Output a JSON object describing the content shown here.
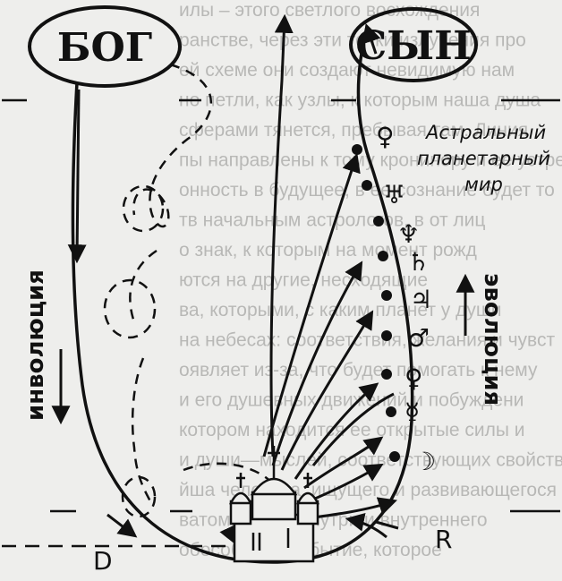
{
  "labels": {
    "god": "БОГ",
    "son": "СЫН",
    "astral": [
      "Астральный",
      "планетарный",
      "мир"
    ],
    "involution": "инволюция",
    "evolution": "эволюция",
    "d": "D",
    "r": "R"
  },
  "planets": [
    {
      "symbol": "♀",
      "name": "venus-top-icon"
    },
    {
      "symbol": "♅",
      "name": "uranus-icon"
    },
    {
      "symbol": "♆",
      "name": "neptune-icon"
    },
    {
      "symbol": "♄",
      "name": "saturn-icon"
    },
    {
      "symbol": "♃",
      "name": "jupiter-icon"
    },
    {
      "symbol": "♂",
      "name": "mars-icon"
    },
    {
      "symbol": "♀",
      "name": "venus-icon"
    },
    {
      "symbol": "☿",
      "name": "mercury-icon"
    },
    {
      "symbol": "☽",
      "name": "moon-icon"
    }
  ],
  "background_text": [
    "илы – этого светлого восхождения",
    "ранстве, через эти точки излучения про",
    "ей схеме они создают невидимую нам",
    "но петли, как узлы, к которым наша душа",
    "сферами тянется, пребывая там. Линия",
    "пы направлены к тому кронинору и ее устрем",
    "онность в будущее, в ее сознание будет то",
    "тв начальным астрологов, в от лиц",
    "о знак, к которым на момент рожд",
    "ются на другие, несходящие",
    "ва, которыми, с каким планет у души",
    "на небесах: соответствия, желания и чувст",
    "оявляет из-за, что будет помогать к нему",
    "и его душевных движений и побуждени",
    "котором находится ее открытые силы и",
    "и души—мыслей, соответствующих свойств",
    "йша человека, ищущего и развивающегося",
    "ватом, что и изнутри и внутреннего",
    "обособленное бытие, которое"
  ]
}
